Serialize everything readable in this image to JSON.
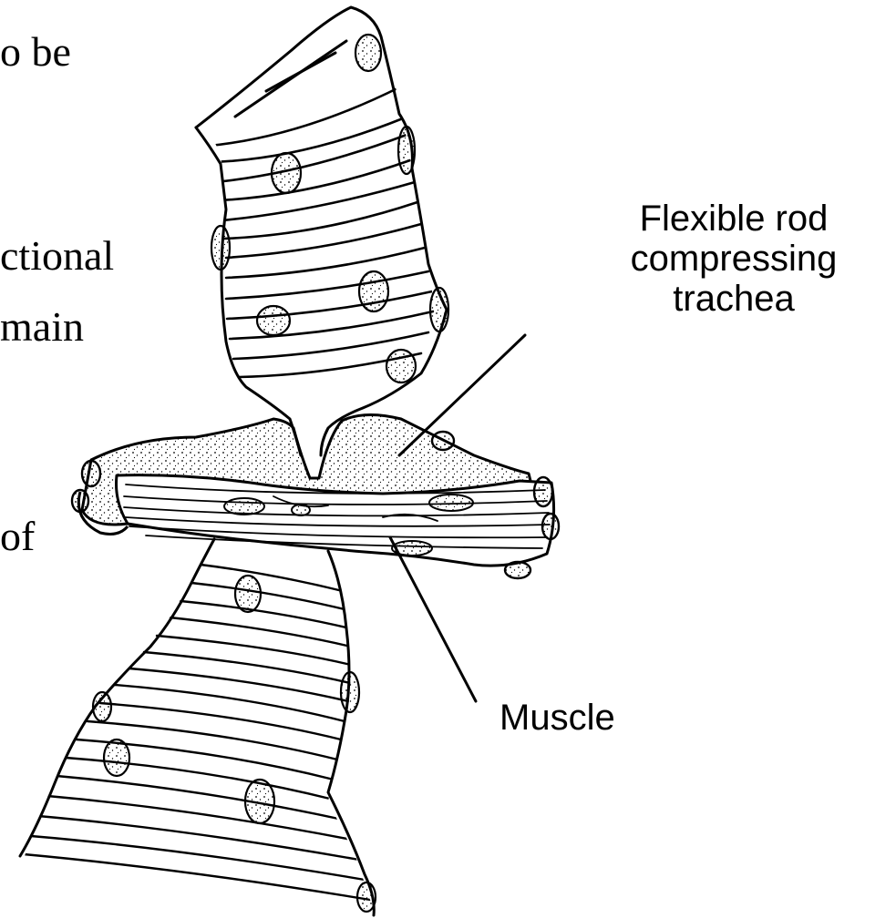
{
  "left_text": {
    "line1": "o be",
    "line2": "ctional",
    "line3": "main",
    "line4": "of"
  },
  "labels": {
    "rod": {
      "line1": "Flexible rod",
      "line2": "compressing",
      "line3": "trachea"
    },
    "muscle": "Muscle"
  },
  "colors": {
    "ink": "#000000",
    "background": "#ffffff"
  }
}
